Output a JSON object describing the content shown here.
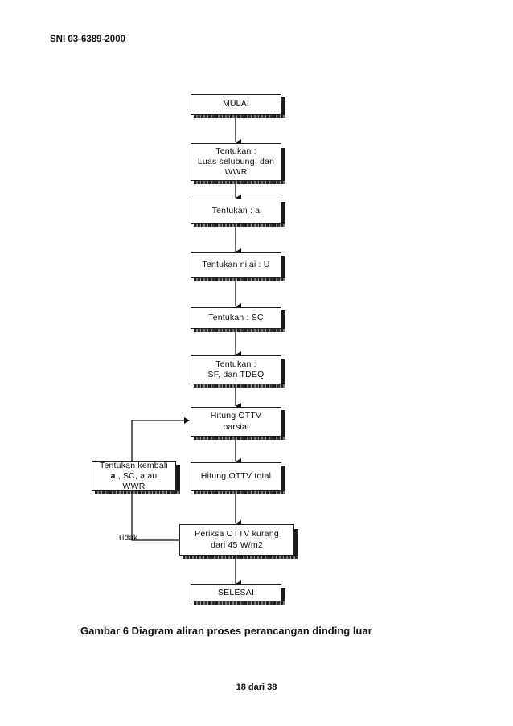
{
  "header": {
    "doc_id": "SNI 03-6389-2000"
  },
  "flow": {
    "start": "MULAI",
    "step1": {
      "line1": "Tentukan :",
      "line2": "Luas selubung, dan",
      "line3": "WWR"
    },
    "step2": "Tentukan : a",
    "step3": "Tentukan nilai  : U",
    "step4": "Tentukan : SC",
    "step5": {
      "line1": "Tentukan :",
      "line2": "SF, dan TDEQ"
    },
    "step6": {
      "line1": "Hitung OTTV",
      "line2": "parsial"
    },
    "step7": "Hitung OTTV total",
    "decision": {
      "line1": "Periksa OTTV kurang",
      "line2": "dari 45 W/m2"
    },
    "side": {
      "line1": "Tentukan kembali",
      "bold_a": "a",
      "line2_rest": " , SC, atau",
      "line3": "WWR"
    },
    "no_label": "Tidak",
    "end": "SELESAI"
  },
  "caption": "Gambar 6  Diagram aliran proses perancangan dinding luar",
  "footer": "18 dari 38"
}
